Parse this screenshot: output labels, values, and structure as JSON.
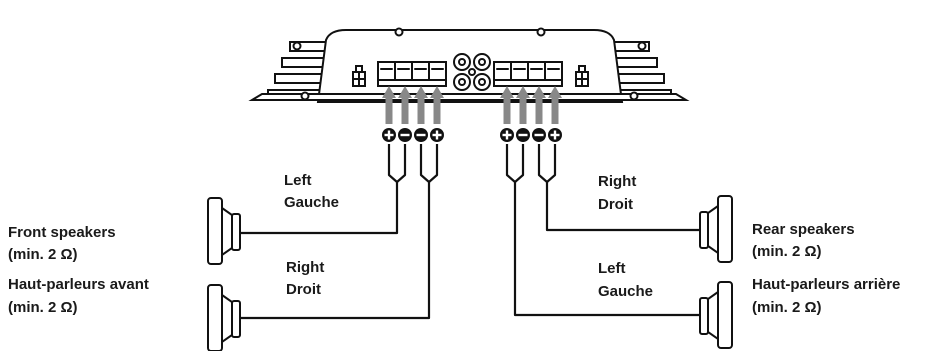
{
  "labels": {
    "front_speakers_en": "Front speakers",
    "front_speakers_en_min": "(min. 2 Ω)",
    "front_speakers_fr": "Haut-parleurs avant",
    "front_speakers_fr_min": "(min. 2 Ω)",
    "rear_speakers_en": "Rear speakers",
    "rear_speakers_en_min": "(min. 2 Ω)",
    "rear_speakers_fr": "Haut-parleurs arrière",
    "rear_speakers_fr_min": "(min. 2 Ω)",
    "front_left_en": "Left",
    "front_left_fr": "Gauche",
    "front_right_en": "Right",
    "front_right_fr": "Droit",
    "rear_right_en": "Right",
    "rear_right_fr": "Droit",
    "rear_left_en": "Left",
    "rear_left_fr": "Gauche"
  },
  "terminal_polarity": [
    "+",
    "−",
    "−",
    "+",
    "+",
    "−",
    "−",
    "+"
  ],
  "colors": {
    "line": "#111111",
    "arrow": "#888888"
  }
}
